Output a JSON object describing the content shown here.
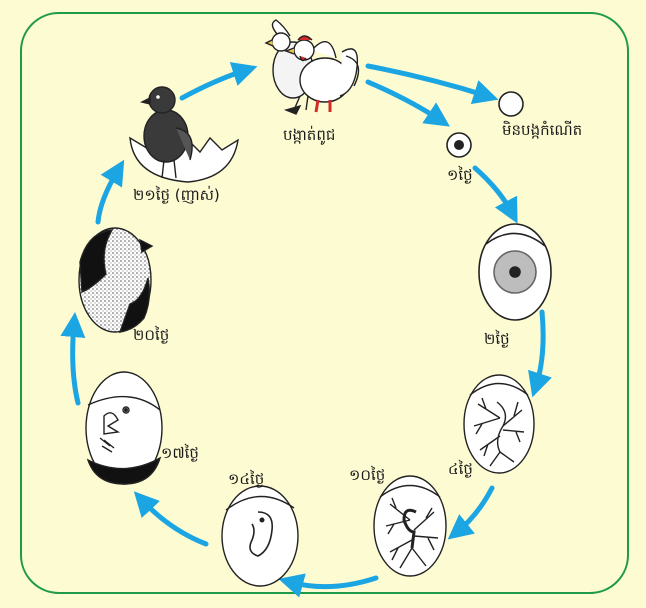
{
  "colors": {
    "background": "#fdfbd2",
    "frame": "#1f9a4a",
    "arrow": "#1ba5e3",
    "ink": "#1a1a1a"
  },
  "labels": {
    "hen_rooster": "បង្កាត់ពូជ",
    "unfertilized": "មិនបង្កកំណើត",
    "day1": "១ថ្ងៃ",
    "day2": "២ថ្ងៃ",
    "day4": "៤ថ្ងៃ",
    "day10": "១០ថ្ងៃ",
    "day14": "១៤ថ្ងៃ",
    "day17": "១៧ថ្ងៃ",
    "day20": "២០ថ្ងៃ",
    "day21": "២១ថ្ងៃ (ញាស់)"
  }
}
